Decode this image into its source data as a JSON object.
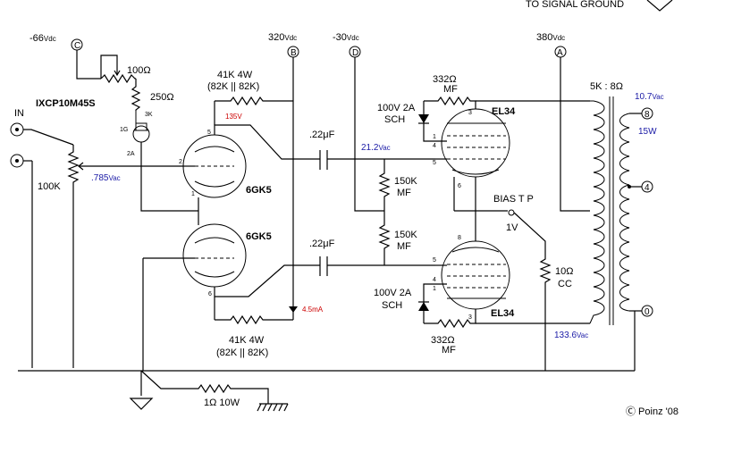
{
  "header_note": "TO SIGNAL GROUND",
  "supply": {
    "c": {
      "voltage": "-66",
      "unit": "Vdc",
      "node": "C"
    },
    "b": {
      "voltage": "320",
      "unit": "Vdc",
      "node": "B"
    },
    "d": {
      "voltage": "-30",
      "unit": "Vdc",
      "node": "D"
    },
    "a": {
      "voltage": "380",
      "unit": "Vdc",
      "node": "A"
    }
  },
  "ccs": {
    "part": "IXCP10M45S",
    "pot": "100Ω",
    "resistor": "250Ω",
    "pin_3k": "3K",
    "pin_1g": "1G",
    "pin_2a": "2A"
  },
  "input": {
    "label": "IN",
    "pot": "100K",
    "voltage": ".785",
    "unit": "Vac"
  },
  "driver": {
    "tube_top": "6GK5",
    "tube_bottom": "6GK5",
    "plate_res_top": "41K  4W",
    "plate_res_top_detail": "(82K || 82K)",
    "plate_res_bottom": "41K  4W",
    "plate_res_bottom_detail": "(82K || 82K)",
    "plate_voltage": "135V",
    "current": "4.5mA"
  },
  "coupling": {
    "cap_top": ".22μF",
    "cap_bottom": ".22μF",
    "grid_voltage": "21.2",
    "grid_unit": "Vac",
    "grid_res_top": "150K",
    "grid_res_top_type": "MF",
    "grid_res_bottom": "150K",
    "grid_res_bottom_type": "MF"
  },
  "output": {
    "tube_top": "EL34",
    "tube_bottom": "EL34",
    "zener_top": "100V 2A",
    "zener_top_type": "SCH",
    "zener_bottom": "100V 2A",
    "zener_bottom_type": "SCH",
    "screen_res_top": "332Ω",
    "screen_res_top_type": "MF",
    "screen_res_bottom": "332Ω",
    "screen_res_bottom_type": "MF",
    "bias_tp": "BIAS T P",
    "bias_value": "1V",
    "cathode_res": "10Ω",
    "cathode_res_type": "CC",
    "primary_voltage": "133.6",
    "primary_unit": "Vac"
  },
  "transformer": {
    "ratio": "5K : 8Ω",
    "secondary_voltage": "10.7",
    "secondary_unit": "Vac",
    "power": "15W",
    "tap_8": "8",
    "tap_4": "4",
    "tap_0": "0"
  },
  "ground": {
    "resistor": "1Ω  10W"
  },
  "pins": {
    "p1": "1",
    "p2": "2",
    "p3": "3",
    "p4": "4",
    "p5": "5",
    "p6": "6",
    "p8": "8"
  },
  "credit": "Ⓒ  Poinz '08"
}
